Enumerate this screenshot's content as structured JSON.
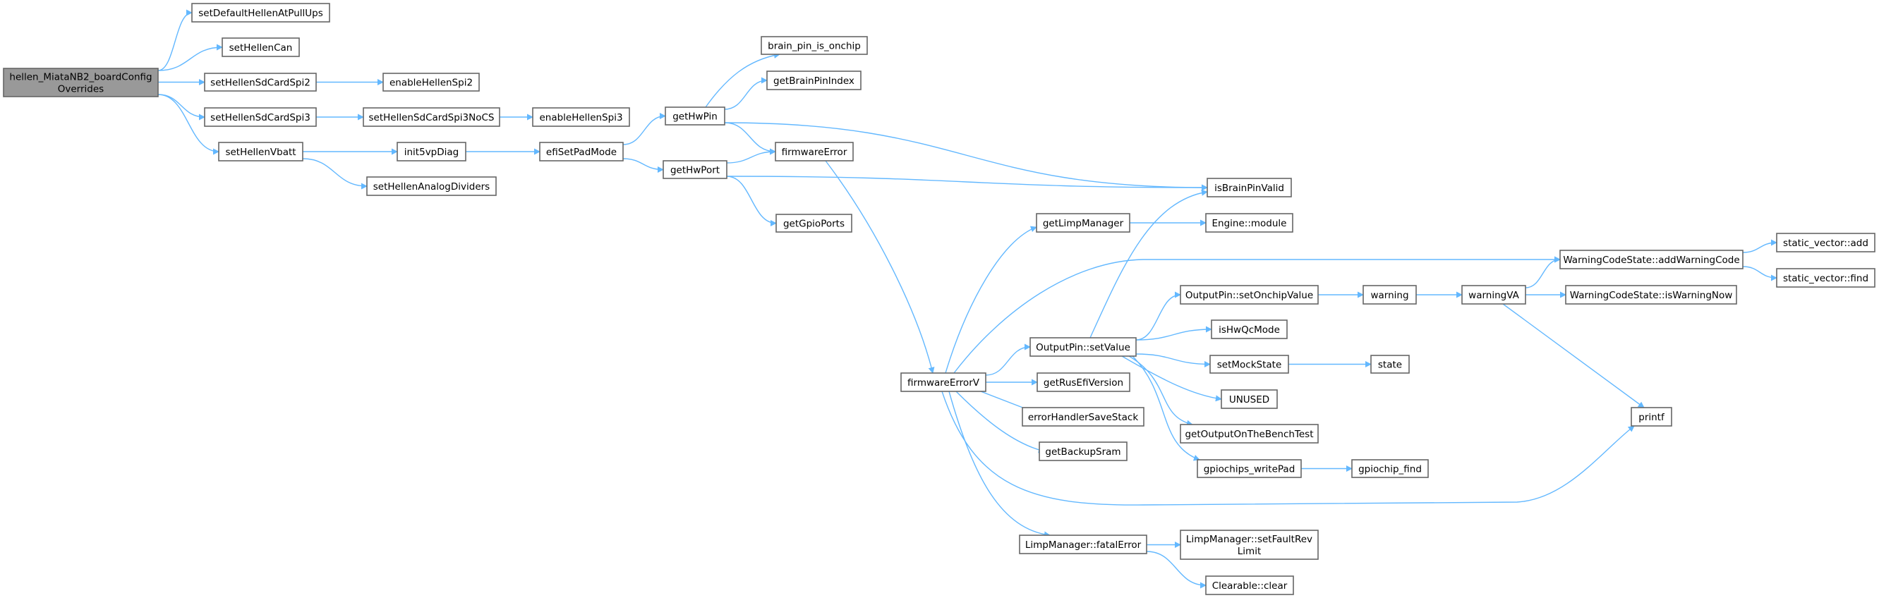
{
  "title": "Call graph of hellen_MiataNB2_boardConfigOverrides",
  "colors": {
    "edge": "#63b8ff",
    "node_border": "#666666",
    "root_fill": "#999999",
    "node_fill": "#ffffff"
  },
  "nodes": [
    {
      "id": "root",
      "lines": [
        "hellen_MiataNB2_boardConfig",
        "Overrides"
      ],
      "root": true
    },
    {
      "id": "setDefaultHellenAtPullUps",
      "lines": [
        "setDefaultHellenAtPullUps"
      ]
    },
    {
      "id": "setHellenCan",
      "lines": [
        "setHellenCan"
      ]
    },
    {
      "id": "setHellenSdCardSpi2",
      "lines": [
        "setHellenSdCardSpi2"
      ]
    },
    {
      "id": "enableHellenSpi2",
      "lines": [
        "enableHellenSpi2"
      ]
    },
    {
      "id": "setHellenSdCardSpi3",
      "lines": [
        "setHellenSdCardSpi3"
      ]
    },
    {
      "id": "setHellenSdCardSpi3NoCS",
      "lines": [
        "setHellenSdCardSpi3NoCS"
      ]
    },
    {
      "id": "enableHellenSpi3",
      "lines": [
        "enableHellenSpi3"
      ]
    },
    {
      "id": "setHellenVbatt",
      "lines": [
        "setHellenVbatt"
      ]
    },
    {
      "id": "init5vpDiag",
      "lines": [
        "init5vpDiag"
      ]
    },
    {
      "id": "efiSetPadMode",
      "lines": [
        "efiSetPadMode"
      ]
    },
    {
      "id": "setHellenAnalogDividers",
      "lines": [
        "setHellenAnalogDividers"
      ]
    },
    {
      "id": "brain_pin_is_onchip",
      "lines": [
        "brain_pin_is_onchip"
      ]
    },
    {
      "id": "getBrainPinIndex",
      "lines": [
        "getBrainPinIndex"
      ]
    },
    {
      "id": "getHwPin",
      "lines": [
        "getHwPin"
      ]
    },
    {
      "id": "firmwareError",
      "lines": [
        "firmwareError"
      ]
    },
    {
      "id": "getHwPort",
      "lines": [
        "getHwPort"
      ]
    },
    {
      "id": "getGpioPorts",
      "lines": [
        "getGpioPorts"
      ]
    },
    {
      "id": "isBrainPinValid",
      "lines": [
        "isBrainPinValid"
      ]
    },
    {
      "id": "firmwareErrorV",
      "lines": [
        "firmwareErrorV"
      ]
    },
    {
      "id": "getLimpManager",
      "lines": [
        "getLimpManager"
      ]
    },
    {
      "id": "EngineModule",
      "lines": [
        "Engine::module"
      ]
    },
    {
      "id": "addWarningCode",
      "lines": [
        "WarningCodeState::addWarningCode"
      ]
    },
    {
      "id": "svAdd",
      "lines": [
        "static_vector::add"
      ]
    },
    {
      "id": "svFind",
      "lines": [
        "static_vector::find"
      ]
    },
    {
      "id": "setOnchipValue",
      "lines": [
        "OutputPin::setOnchipValue"
      ]
    },
    {
      "id": "warning",
      "lines": [
        "warning"
      ]
    },
    {
      "id": "warningVA",
      "lines": [
        "warningVA"
      ]
    },
    {
      "id": "isWarningNow",
      "lines": [
        "WarningCodeState::isWarningNow"
      ]
    },
    {
      "id": "isHwQcMode",
      "lines": [
        "isHwQcMode"
      ]
    },
    {
      "id": "setValue",
      "lines": [
        "OutputPin::setValue"
      ]
    },
    {
      "id": "setMockState",
      "lines": [
        "setMockState"
      ]
    },
    {
      "id": "state",
      "lines": [
        "state"
      ]
    },
    {
      "id": "getRusEfiVersion",
      "lines": [
        "getRusEfiVersion"
      ]
    },
    {
      "id": "UNUSED",
      "lines": [
        "UNUSED"
      ]
    },
    {
      "id": "errorHandlerSaveStack",
      "lines": [
        "errorHandlerSaveStack"
      ]
    },
    {
      "id": "getOutputOnTheBenchTest",
      "lines": [
        "getOutputOnTheBenchTest"
      ]
    },
    {
      "id": "getBackupSram",
      "lines": [
        "getBackupSram"
      ]
    },
    {
      "id": "gpiochips_writePad",
      "lines": [
        "gpiochips_writePad"
      ]
    },
    {
      "id": "gpiochip_find",
      "lines": [
        "gpiochip_find"
      ]
    },
    {
      "id": "printf",
      "lines": [
        "printf"
      ]
    },
    {
      "id": "fatalError",
      "lines": [
        "LimpManager::fatalError"
      ]
    },
    {
      "id": "setFaultRevLimit",
      "lines": [
        "LimpManager::setFaultRev",
        "Limit"
      ]
    },
    {
      "id": "clear",
      "lines": [
        "Clearable::clear"
      ]
    }
  ],
  "edges": [
    [
      "root",
      "setDefaultHellenAtPullUps"
    ],
    [
      "root",
      "setHellenCan"
    ],
    [
      "root",
      "setHellenSdCardSpi2"
    ],
    [
      "root",
      "setHellenSdCardSpi3"
    ],
    [
      "root",
      "setHellenVbatt"
    ],
    [
      "setHellenSdCardSpi2",
      "enableHellenSpi2"
    ],
    [
      "setHellenSdCardSpi3",
      "setHellenSdCardSpi3NoCS"
    ],
    [
      "setHellenSdCardSpi3NoCS",
      "enableHellenSpi3"
    ],
    [
      "setHellenVbatt",
      "init5vpDiag"
    ],
    [
      "setHellenVbatt",
      "setHellenAnalogDividers"
    ],
    [
      "init5vpDiag",
      "efiSetPadMode"
    ],
    [
      "efiSetPadMode",
      "getHwPin"
    ],
    [
      "efiSetPadMode",
      "getHwPort"
    ],
    [
      "getHwPin",
      "brain_pin_is_onchip"
    ],
    [
      "getHwPin",
      "getBrainPinIndex"
    ],
    [
      "getHwPin",
      "firmwareError"
    ],
    [
      "getHwPin",
      "isBrainPinValid"
    ],
    [
      "getHwPort",
      "firmwareError"
    ],
    [
      "getHwPort",
      "isBrainPinValid"
    ],
    [
      "getHwPort",
      "getGpioPorts"
    ],
    [
      "firmwareError",
      "firmwareErrorV"
    ],
    [
      "firmwareErrorV",
      "getLimpManager"
    ],
    [
      "firmwareErrorV",
      "addWarningCode"
    ],
    [
      "firmwareErrorV",
      "setValue"
    ],
    [
      "firmwareErrorV",
      "getRusEfiVersion"
    ],
    [
      "firmwareErrorV",
      "errorHandlerSaveStack"
    ],
    [
      "firmwareErrorV",
      "getBackupSram"
    ],
    [
      "firmwareErrorV",
      "fatalError"
    ],
    [
      "firmwareErrorV",
      "printf"
    ],
    [
      "getLimpManager",
      "EngineModule"
    ],
    [
      "setValue",
      "isBrainPinValid"
    ],
    [
      "setValue",
      "setOnchipValue"
    ],
    [
      "setValue",
      "isHwQcMode"
    ],
    [
      "setValue",
      "setMockState"
    ],
    [
      "setValue",
      "UNUSED"
    ],
    [
      "setValue",
      "getOutputOnTheBenchTest"
    ],
    [
      "setValue",
      "gpiochips_writePad"
    ],
    [
      "setOnchipValue",
      "warning"
    ],
    [
      "warning",
      "warningVA"
    ],
    [
      "warningVA",
      "addWarningCode"
    ],
    [
      "warningVA",
      "isWarningNow"
    ],
    [
      "warningVA",
      "printf"
    ],
    [
      "addWarningCode",
      "svAdd"
    ],
    [
      "addWarningCode",
      "svFind"
    ],
    [
      "setMockState",
      "state"
    ],
    [
      "gpiochips_writePad",
      "gpiochip_find"
    ],
    [
      "fatalError",
      "setFaultRevLimit"
    ],
    [
      "fatalError",
      "clear"
    ]
  ]
}
